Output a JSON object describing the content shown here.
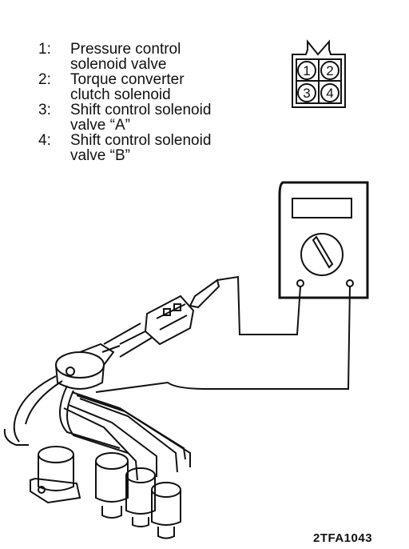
{
  "legend": {
    "items": [
      {
        "num": "1:",
        "text": "Pressure control\nsolenoid valve"
      },
      {
        "num": "2:",
        "text": "Torque converter\nclutch solenoid"
      },
      {
        "num": "3:",
        "text": "Shift control solenoid\nvalve “A”"
      },
      {
        "num": "4:",
        "text": "Shift control solenoid\nvalve “B”"
      }
    ]
  },
  "connector": {
    "pins": [
      "1",
      "2",
      "3",
      "4"
    ]
  },
  "figure_id": "2TFA1043",
  "colors": {
    "ink": "#111111",
    "background": "#ffffff"
  }
}
